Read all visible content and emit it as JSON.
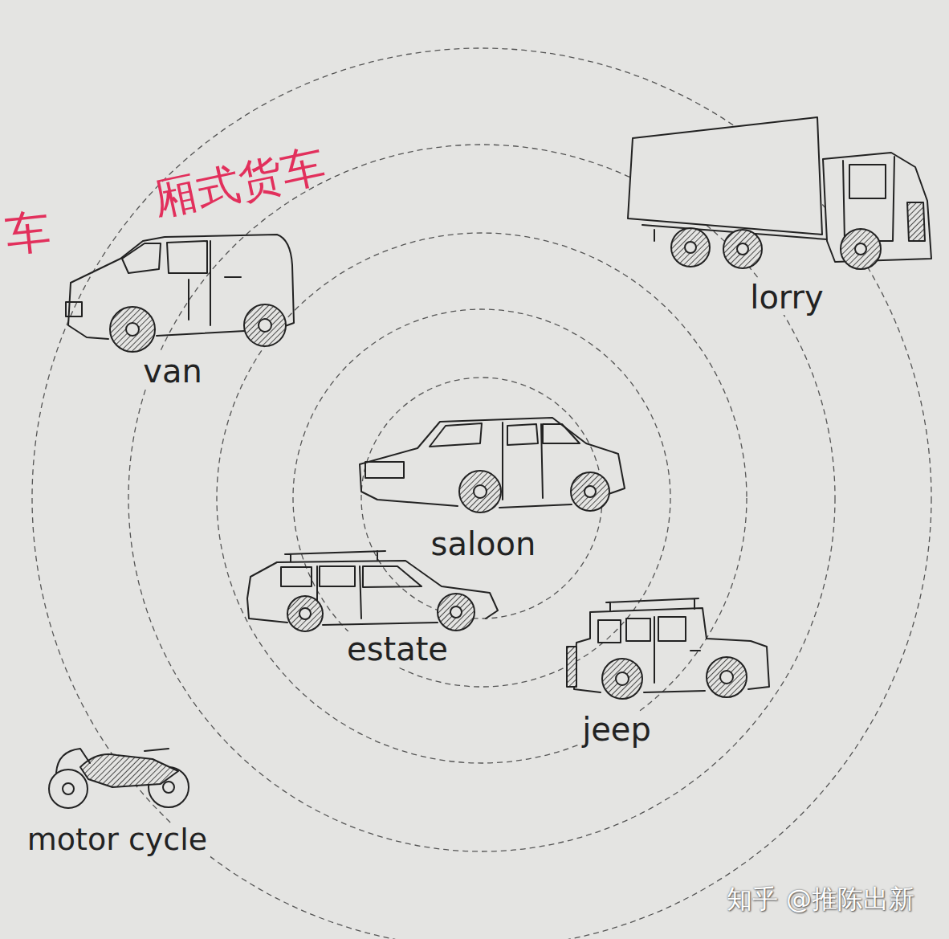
{
  "diagram": {
    "labels": [
      "厢式货车",
      "车",
      "van",
      "lorry",
      "saloon",
      "estate",
      "jeep",
      "motor cycle",
      "知乎 @推陈出新"
    ]
  }
}
